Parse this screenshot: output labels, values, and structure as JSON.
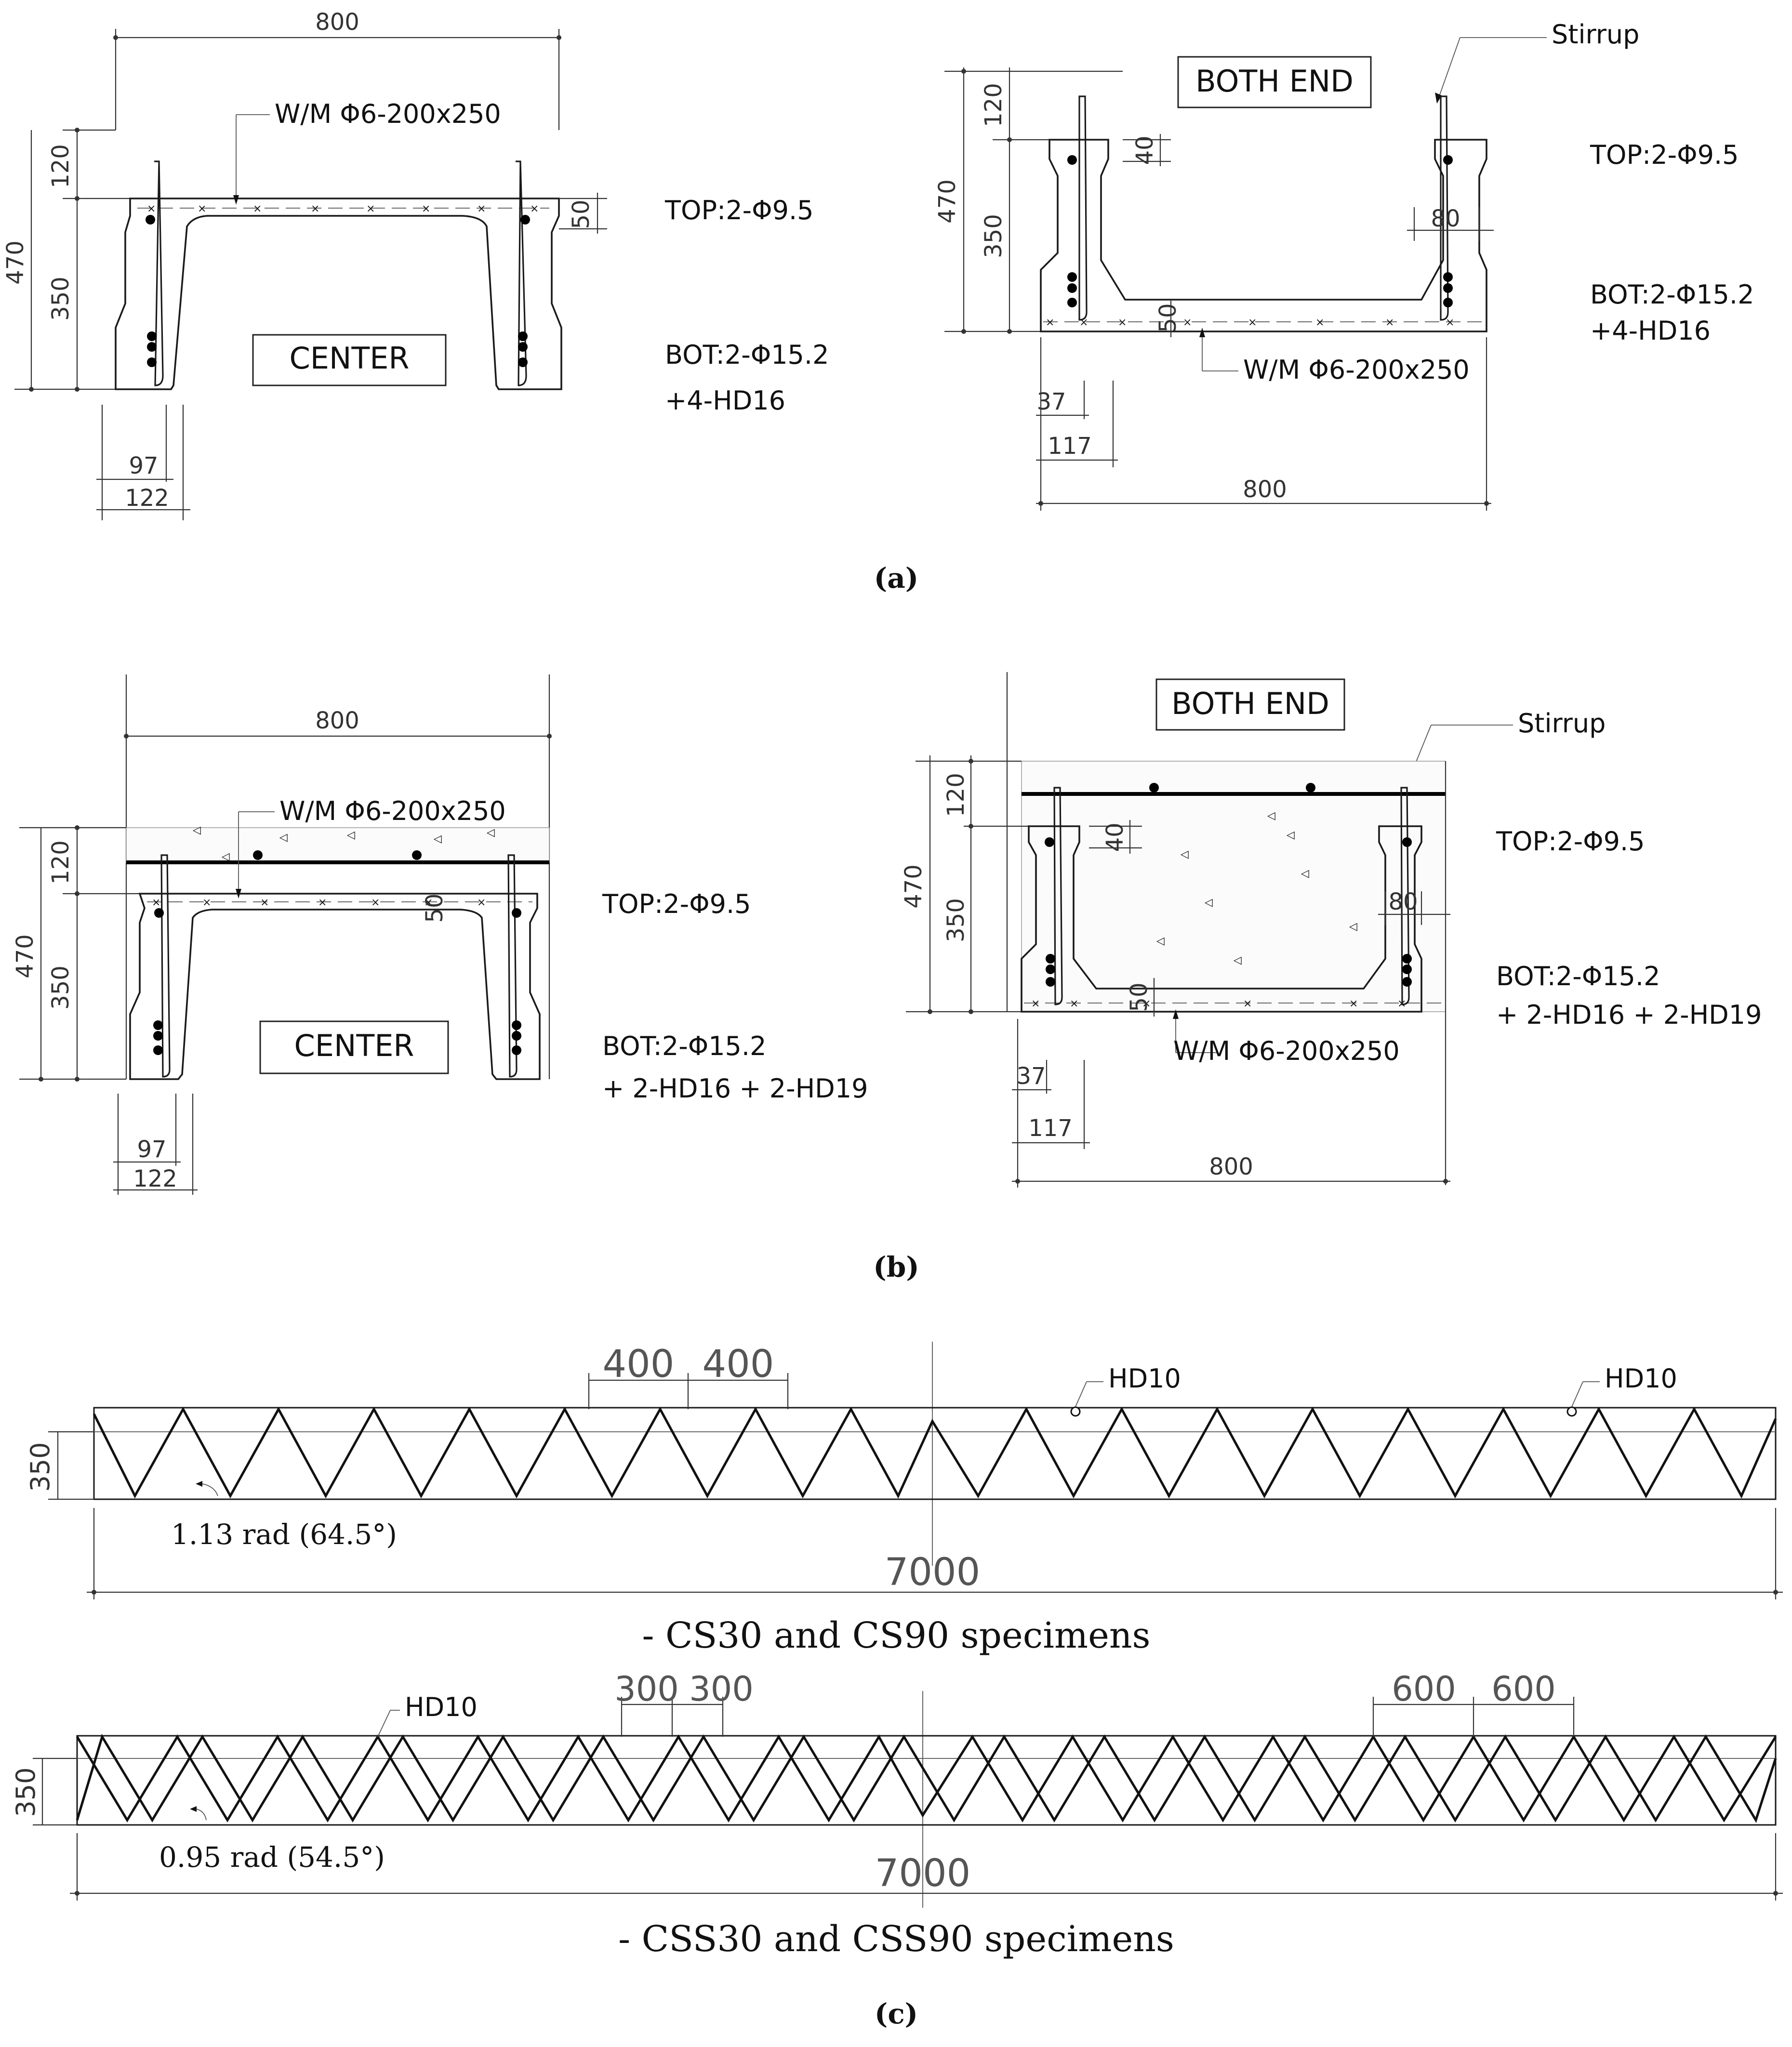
{
  "panel_a": {
    "center": {
      "width_dim": "800",
      "wire_mesh": "W/M Φ6-200x250",
      "dim_120": "120",
      "dim_470": "470",
      "dim_350": "350",
      "dim_50": "50",
      "label": "CENTER",
      "dim_97": "97",
      "dim_122": "122",
      "top": "TOP:2-Φ9.5",
      "bot_line1": "BOT:2-Φ15.2",
      "bot_line2": "+4-HD16"
    },
    "end": {
      "label": "BOTH END",
      "stirrup": "Stirrup",
      "dim_120": "120",
      "dim_470": "470",
      "dim_350": "350",
      "dim_40": "40",
      "dim_80": "80",
      "dim_50": "50",
      "wire_mesh": "W/M Φ6-200x250",
      "dim_37": "37",
      "dim_117": "117",
      "width_dim": "800",
      "top": "TOP:2-Φ9.5",
      "bot_line1": "BOT:2-Φ15.2",
      "bot_line2": "+4-HD16"
    },
    "caption": "(a)"
  },
  "panel_b": {
    "center": {
      "width_dim": "800",
      "wire_mesh": "W/M Φ6-200x250",
      "dim_120": "120",
      "dim_470": "470",
      "dim_350": "350",
      "dim_50": "50",
      "label": "CENTER",
      "dim_97": "97",
      "dim_122": "122",
      "top": "TOP:2-Φ9.5",
      "bot_line1": "BOT:2-Φ15.2",
      "bot_line2": "+ 2-HD16 + 2-HD19"
    },
    "end": {
      "label": "BOTH END",
      "stirrup": "Stirrup",
      "dim_120": "120",
      "dim_470": "470",
      "dim_350": "350",
      "dim_40": "40",
      "dim_80": "80",
      "dim_50": "50",
      "wire_mesh": "W/M Φ6-200x250",
      "dim_37": "37",
      "dim_117": "117",
      "width_dim": "800",
      "top": "TOP:2-Φ9.5",
      "bot_line1": "BOT:2-Φ15.2",
      "bot_line2": "+ 2-HD16 + 2-HD19"
    },
    "caption": "(b)"
  },
  "panel_c": {
    "cs": {
      "spacing_1": "400",
      "spacing_2": "400",
      "hd10_1": "HD10",
      "hd10_2": "HD10",
      "height": "350",
      "angle": "1.13 rad (64.5°)",
      "length": "7000",
      "subtitle": "- CS30 and CS90 specimens"
    },
    "css": {
      "spacing_1": "300",
      "spacing_2": "300",
      "spacing_3": "600",
      "spacing_4": "600",
      "hd10": "HD10",
      "height": "350",
      "angle": "0.95 rad (54.5°)",
      "length": "7000",
      "subtitle": "- CSS30 and CSS90 specimens"
    },
    "caption": "(c)"
  }
}
